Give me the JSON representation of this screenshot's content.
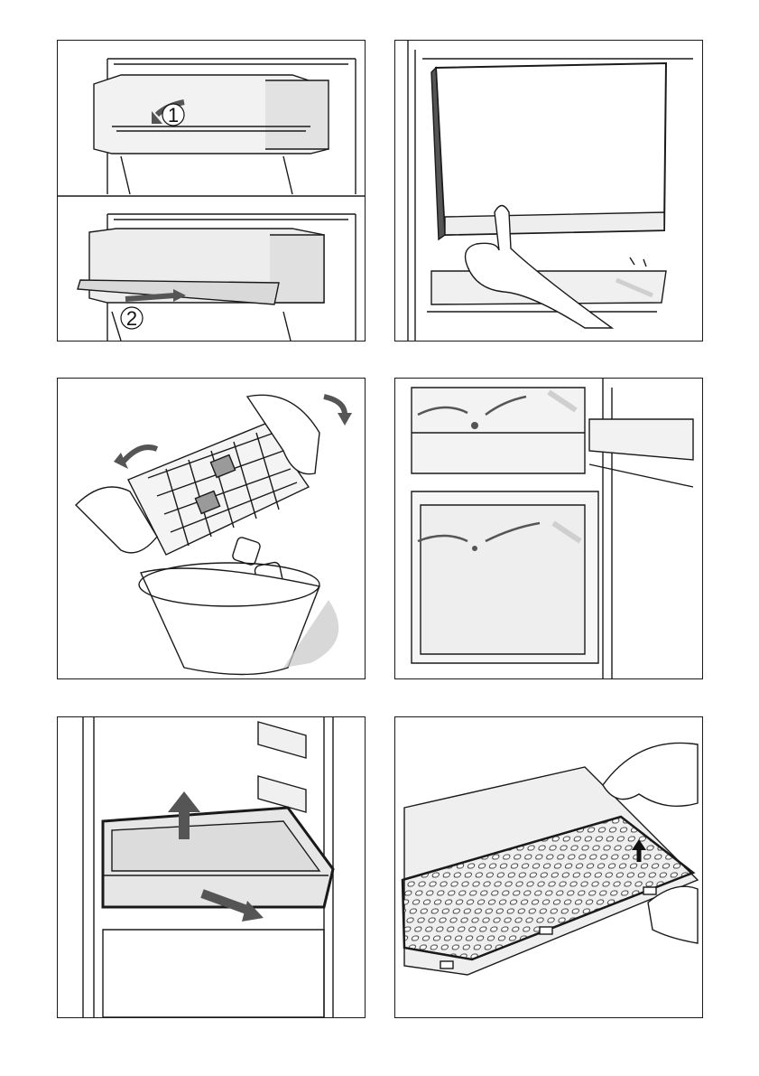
{
  "panels": [
    {
      "id": "remove-shelf-door",
      "step_labels": [
        "1",
        "2"
      ]
    },
    {
      "id": "remove-freezer-flap"
    },
    {
      "id": "ice-cube-tray"
    },
    {
      "id": "defrost-water-channels"
    },
    {
      "id": "remove-vegetable-drawer"
    },
    {
      "id": "lift-glass-shelf-grid"
    }
  ],
  "colors": {
    "line": "#1a1a1a",
    "tint": "#d9d9d9",
    "shade": "#bdbdbd",
    "arrow": "#555555"
  }
}
